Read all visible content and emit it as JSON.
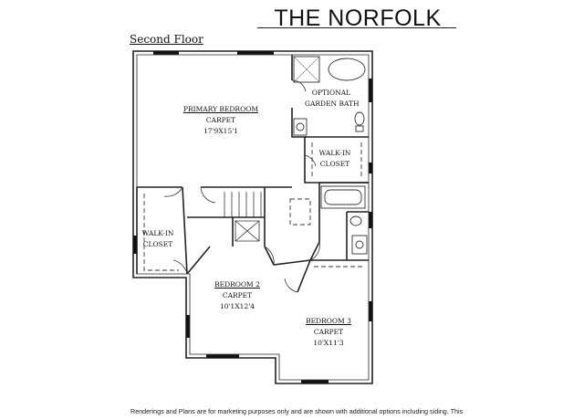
{
  "header": {
    "title": "THE NORFOLK",
    "floor_label": "Second Floor"
  },
  "rooms": {
    "primary_bedroom": {
      "name": "PRIMARY BEDROOM",
      "floor": "CARPET",
      "size": "17'9X15'1"
    },
    "optional_bath": {
      "line1": "OPTIONAL",
      "line2": "GARDEN BATH"
    },
    "walk_in_closet_primary": {
      "line1": "WALK-IN",
      "line2": "CLOSET"
    },
    "walk_in_closet_left": {
      "line1": "WALK-IN",
      "line2": "CLOSET"
    },
    "bedroom2": {
      "name": "BEDROOM 2",
      "floor": "CARPET",
      "size": "10'1X12'4"
    },
    "bedroom3": {
      "name": "BEDROOM 3",
      "floor": "CARPET",
      "size": "10'X11'3"
    }
  },
  "footer": {
    "disclaimer": "Renderings and Plans are for marketing purposes only and are shown with additional options including siding. This"
  }
}
